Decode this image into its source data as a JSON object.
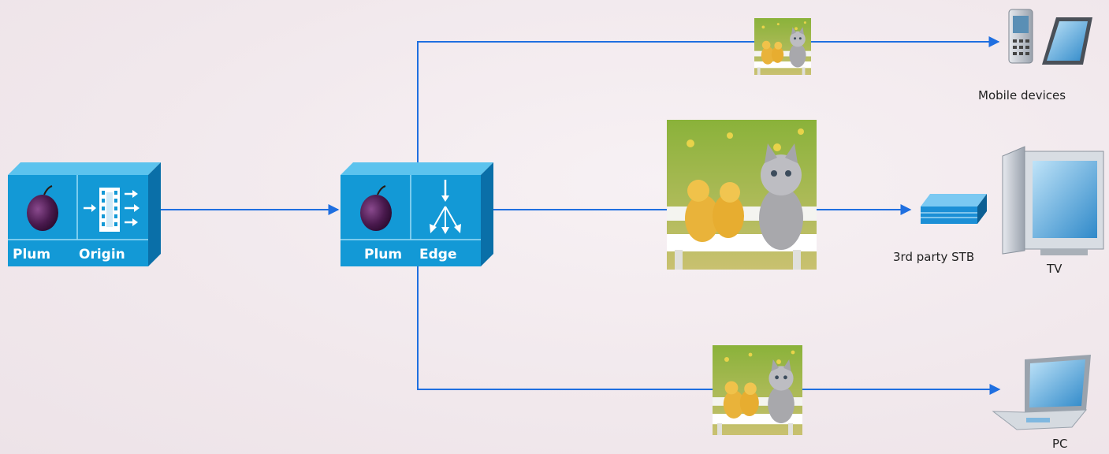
{
  "nodes": {
    "origin": {
      "word1": "Plum",
      "word2": "Origin"
    },
    "edge": {
      "word1": "Plum",
      "word2": "Edge"
    }
  },
  "devices": {
    "mobile": "Mobile devices",
    "stb": "3rd party STB",
    "tv": "TV",
    "pc": "PC"
  },
  "colors": {
    "connector": "#1f6fe0",
    "box_front": "#1399d6",
    "box_top": "#5cc3ee",
    "box_side": "#0a6fa8",
    "plum": "#4a1a4e"
  }
}
